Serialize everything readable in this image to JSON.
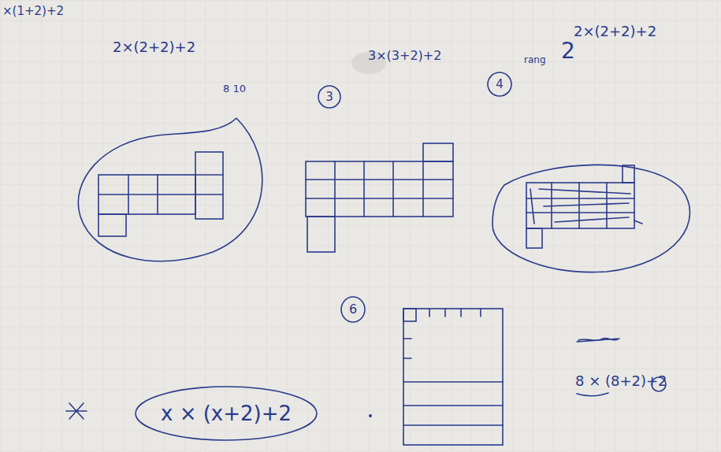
{
  "diagram": {
    "nodes": [
      {
        "text": [
          "3"
        ]
      },
      {
        "text": [
          "4"
        ]
      },
      {
        "text": [
          "6"
        ]
      },
      {
        "text": [
          "x × (x+2)+2"
        ]
      }
    ],
    "labels": [
      "×(1+2)+2",
      "2×(2+2)+2",
      "2×(2+2)+2",
      "8 10",
      "3×(3+2)+2",
      "rang",
      "2",
      "8 × (8+2)+2"
    ]
  }
}
